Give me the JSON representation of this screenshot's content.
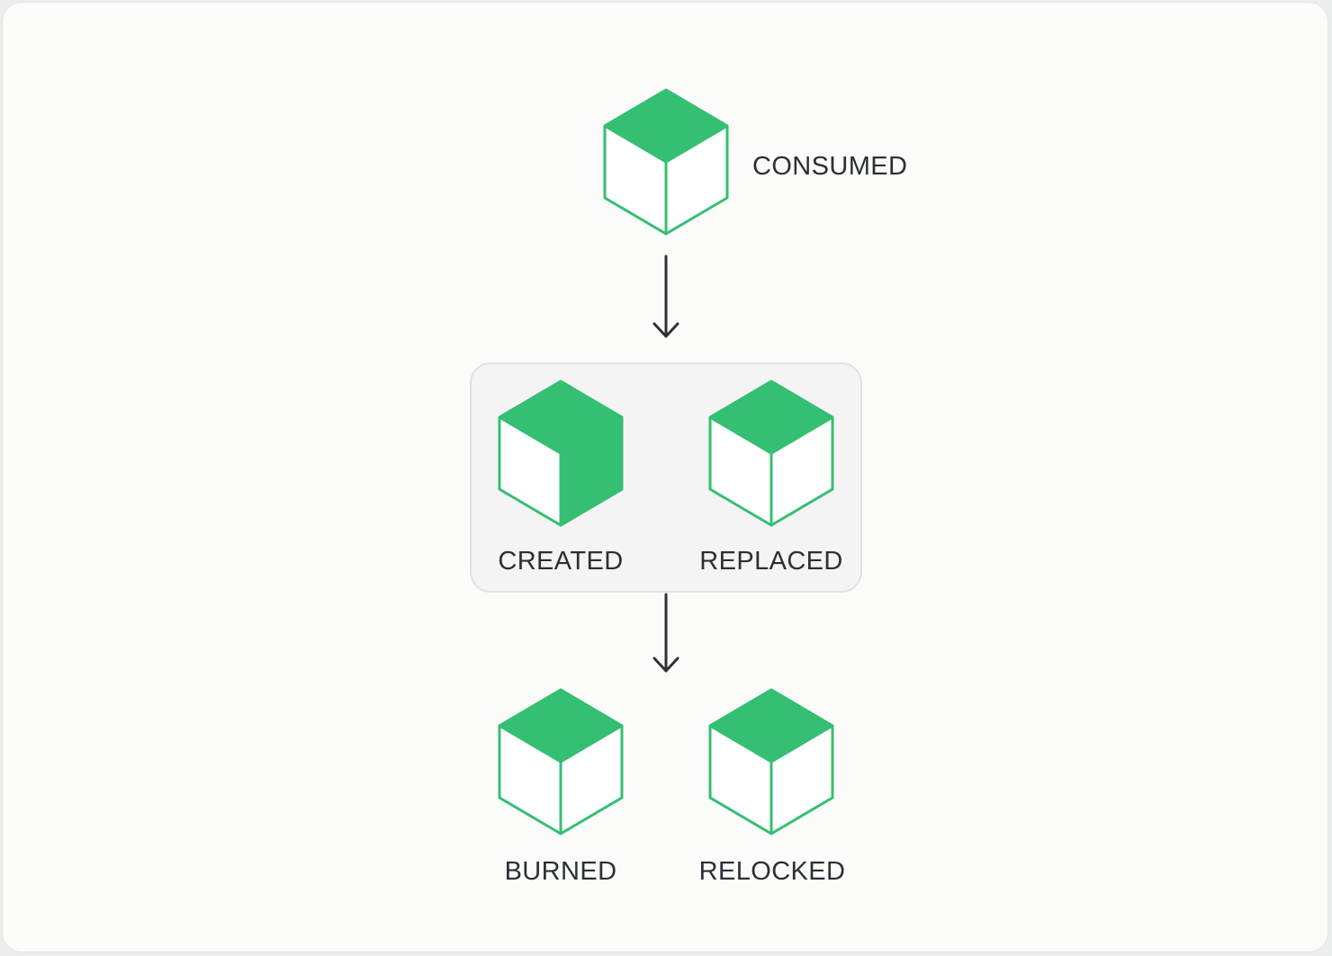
{
  "colors": {
    "accent": "#34bf72",
    "text": "#2b2f36",
    "arrow": "#2e3238"
  },
  "nodes": {
    "consumed": {
      "label": "CONSUMED",
      "icon": "cube-icon"
    },
    "created": {
      "label": "CREATED",
      "icon": "cube-half-filled-icon"
    },
    "replaced": {
      "label": "REPLACED",
      "icon": "cube-icon"
    },
    "burned": {
      "label": "BURNED",
      "icon": "cube-icon"
    },
    "relocked": {
      "label": "RELOCKED",
      "icon": "cube-icon"
    }
  },
  "edges": [
    {
      "from": "consumed",
      "to": "created-replaced-group"
    },
    {
      "from": "created-replaced-group",
      "to": "burned-relocked"
    }
  ]
}
